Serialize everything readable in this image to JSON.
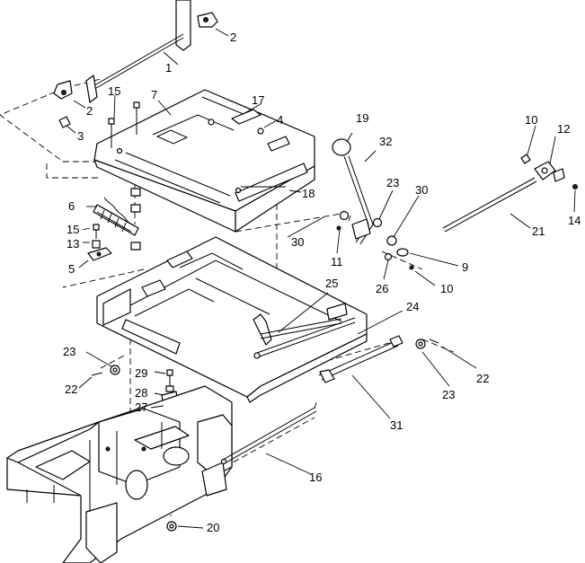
{
  "callouts": {
    "c1": "1",
    "c2a": "2",
    "c2b": "2",
    "c3": "3",
    "c4": "4",
    "c5": "5",
    "c6": "6",
    "c7": "7",
    "c9": "9",
    "c10a": "10",
    "c10b": "10",
    "c11": "11",
    "c12": "12",
    "c13": "13",
    "c14": "14",
    "c15a": "15",
    "c15b": "15",
    "c16": "16",
    "c17": "17",
    "c18": "18",
    "c19": "19",
    "c20": "20",
    "c21": "21",
    "c22a": "22",
    "c22b": "22",
    "c23a": "23",
    "c23b": "23",
    "c23c": "23",
    "c24": "24",
    "c25": "25",
    "c26": "26",
    "c27": "27",
    "c28": "28",
    "c29": "29",
    "c30a": "30",
    "c30b": "30",
    "c31": "31",
    "c32": "32"
  }
}
